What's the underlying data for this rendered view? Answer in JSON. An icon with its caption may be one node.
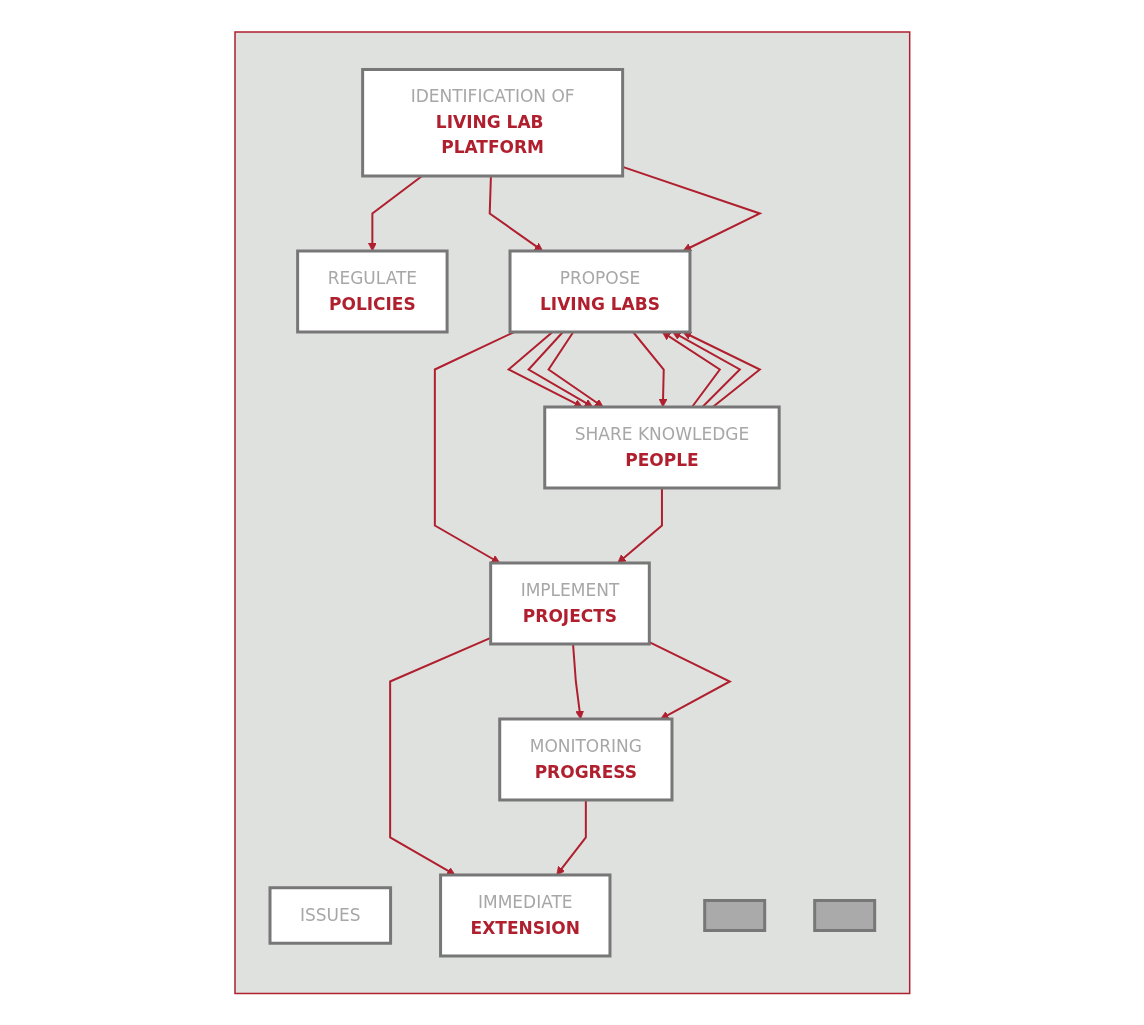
{
  "diagram": {
    "nodes": [
      {
        "text": [],
        "shape": "box"
      },
      {
        "text": [
          "ISSUES"
        ],
        "in": 0
      },
      {
        "text": [
          "IDENTIFICATION OF",
          "LIVING LAB PLATFORM"
        ],
        "in": 0
      },
      {
        "text": [
          "REGULATE",
          "POLICIES"
        ],
        "in": 0
      },
      {
        "text": [],
        "shape": "bar",
        "in": 0
      },
      {
        "text": [],
        "shape": "bar",
        "in": 0
      },
      {
        "text": [
          "PROPOSE",
          "LIVING LABS"
        ],
        "in": 0
      },
      {
        "text": [
          "SHARE KNOWLEDGE",
          "PEOPLE"
        ],
        "in": 0
      },
      {
        "text": [
          "IMPLEMENT",
          "PROJECTS"
        ],
        "in": 0
      },
      {
        "text": [
          "MONITORING",
          "PROGRESS"
        ],
        "in": 0
      },
      {
        "text": [
          "IMMEDIATE",
          "EXTENSION"
        ],
        "in": 0
      }
    ],
    "edges": [
      {
        "from": 2,
        "to": 3,
        "arrow": "to"
      },
      {
        "from": 2,
        "to": 6,
        "arrow": "to"
      },
      {
        "from": 2,
        "to": 6,
        "arrow": "to"
      },
      {
        "from": 6,
        "to": 7,
        "arrow": "to"
      },
      {
        "from": 7,
        "to": 6,
        "arrow": "to"
      },
      {
        "from": 6,
        "to": 7,
        "arrow": "to"
      },
      {
        "from": 7,
        "to": 6,
        "arrow": "to"
      },
      {
        "from": 6,
        "to": 7,
        "arrow": "to"
      },
      {
        "from": 7,
        "to": 6,
        "arrow": "to"
      },
      {
        "from": 6,
        "to": 7,
        "arrow": "to"
      },
      {
        "from": 6,
        "to": 8,
        "arrow": "to"
      },
      {
        "from": 7,
        "to": 8,
        "arrow": "to"
      },
      {
        "from": 8,
        "to": 9,
        "arrow": "to"
      },
      {
        "from": 8,
        "to": 9,
        "arrow": "to"
      },
      {
        "from": 8,
        "to": 10,
        "arrow": "to"
      },
      {
        "from": 9,
        "to": 10,
        "arrow": "to"
      }
    ]
  }
}
